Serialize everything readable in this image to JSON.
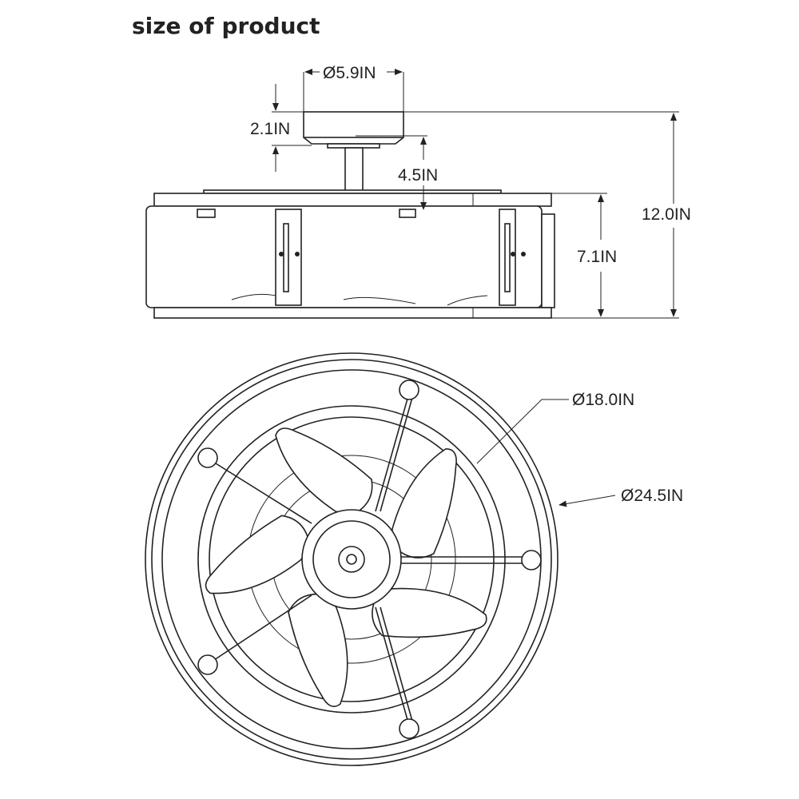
{
  "title": "size of product",
  "dimensions": {
    "canopy_diameter": "Ø5.9IN",
    "canopy_height": "2.1IN",
    "downrod_length": "4.5IN",
    "overall_height": "12.0IN",
    "body_height": "7.1IN",
    "blade_diameter": "Ø18.0IN",
    "overall_diameter": "Ø24.5IN"
  }
}
